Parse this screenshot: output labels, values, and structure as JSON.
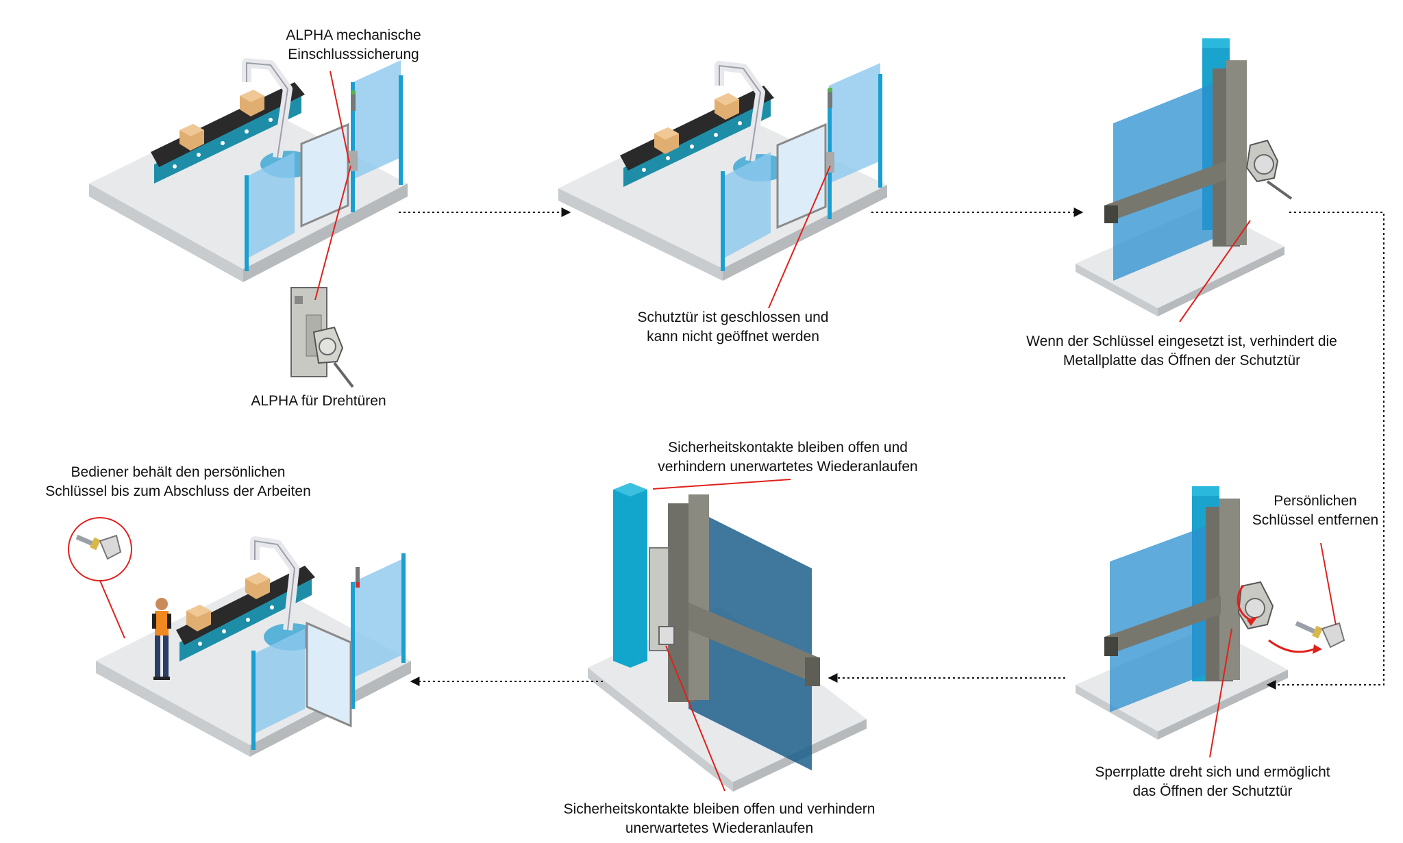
{
  "labels": {
    "alpha_mech": {
      "line1": "ALPHA mechanische",
      "line2": "Einschlusssicherung"
    },
    "alpha_door": "ALPHA für Drehtüren",
    "door_closed": {
      "line1": "Schutztür ist geschlossen und",
      "line2": "kann nicht geöffnet werden"
    },
    "key_inserted": {
      "line1": "Wenn der Schlüssel eingesetzt ist, verhindert die",
      "line2": "Metallplatte das Öffnen der Schutztür"
    },
    "remove_key": {
      "line1": "Persönlichen",
      "line2": "Schlüssel entfernen"
    },
    "plate_rotates": {
      "line1": "Sperrplatte dreht sich und ermöglicht",
      "line2": "das Öffnen der Schutztür"
    },
    "contacts_top": {
      "line1": "Sicherheitskontakte bleiben offen und",
      "line2": "verhindern unerwartetes Wiederanlaufen"
    },
    "contacts_bottom": {
      "line1": "Sicherheitskontakte bleiben offen und verhindern",
      "line2": "unerwartetes Wiederanlaufen"
    },
    "operator_key": {
      "line1": "Bediener behält den persönlichen",
      "line2": "Schlüssel bis zum Abschluss der Arbeiten"
    }
  },
  "colors": {
    "floor": "#dfe1e3",
    "glass": "#8cc8ee",
    "post": "#1a9fd0",
    "conveyor": "#1f8fa8",
    "belt": "#2b2b2b",
    "box": "#e4b57a",
    "metal": "#8a8a80",
    "callout_line": "#e0201b",
    "flow_arrow": "#111111"
  },
  "icons": [
    "robot-arm-icon",
    "conveyor-icon",
    "box-icon",
    "safety-lock-icon",
    "key-icon",
    "operator-icon",
    "signal-lamp-icon"
  ]
}
